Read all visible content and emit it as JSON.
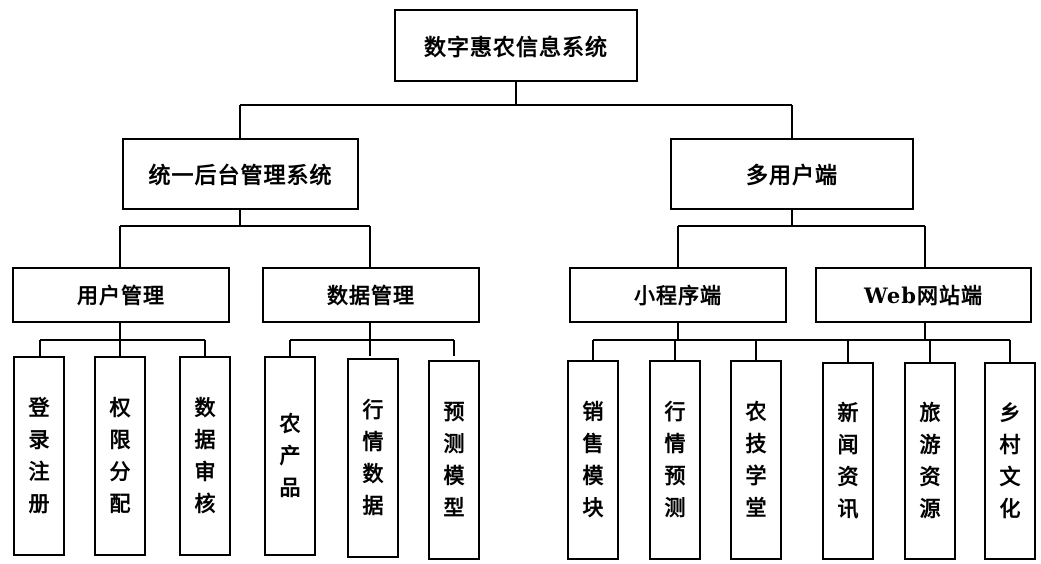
{
  "root": "数字惠农信息系统",
  "backend": {
    "title": "统一后台管理系统",
    "groups": [
      {
        "title": "用户管理",
        "items": [
          "登录注册",
          "权限分配",
          "数据审核"
        ]
      },
      {
        "title": "数据管理",
        "items": [
          "农产品",
          "行情数据",
          "预测模型"
        ]
      }
    ]
  },
  "frontend": {
    "title": "多用户端",
    "groups": [
      {
        "title": "小程序端",
        "items": [
          "销售模块",
          "行情预测",
          "农技学堂"
        ]
      },
      {
        "title": "Web网站端",
        "items": [
          "新闻资讯",
          "旅游资源",
          "乡村文化"
        ]
      }
    ]
  }
}
